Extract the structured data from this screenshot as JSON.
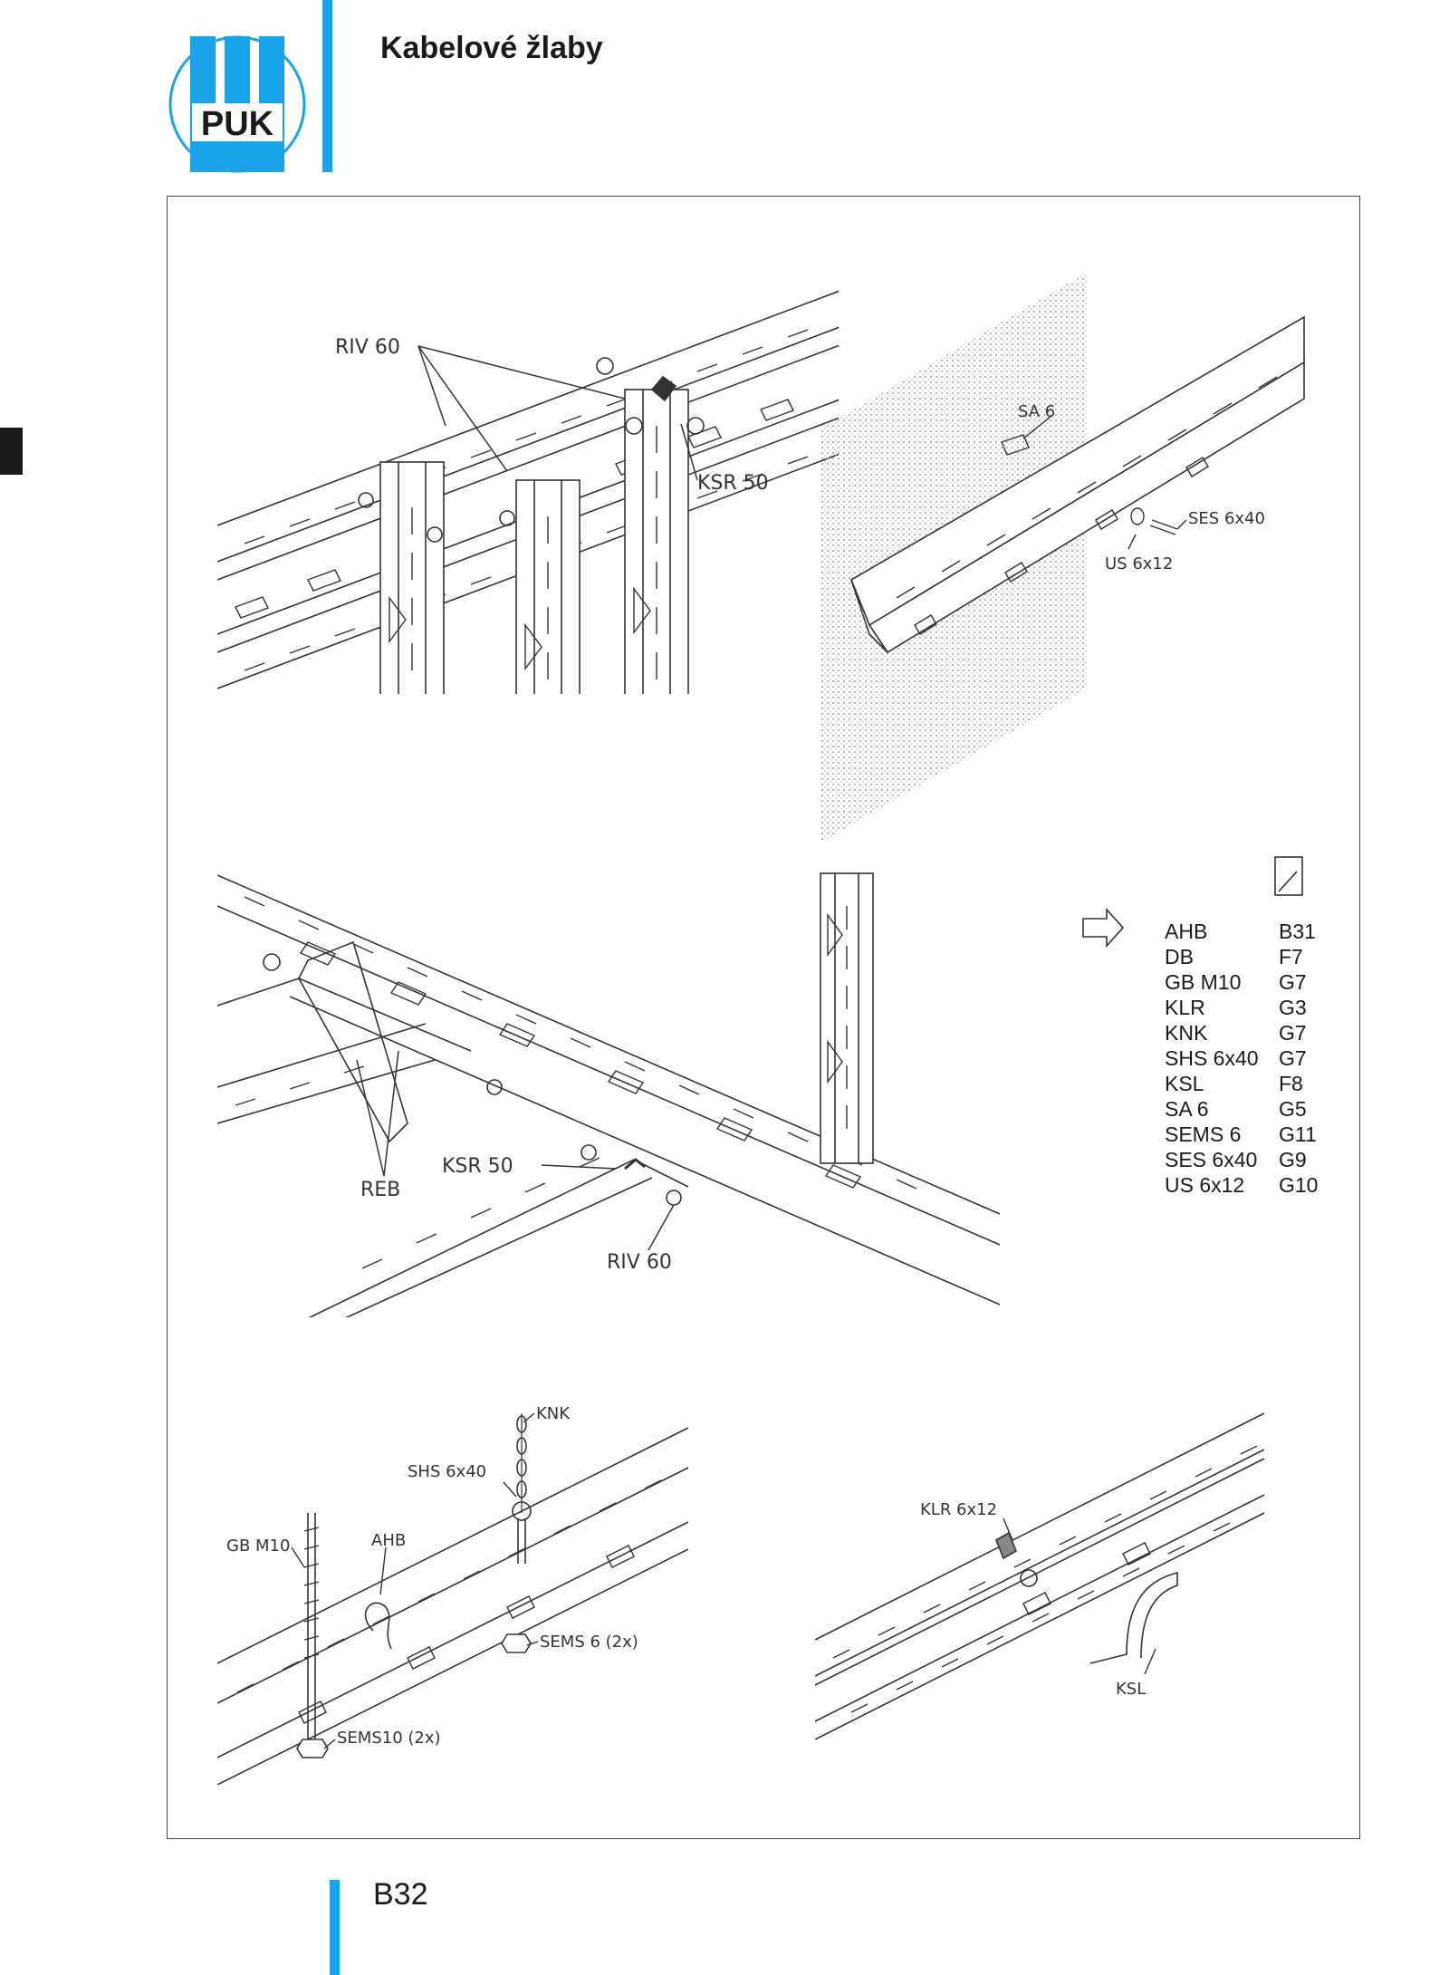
{
  "header": {
    "title": "Kabelové žlaby",
    "logo_text": "PUK"
  },
  "footer": {
    "page_number": "B32"
  },
  "colors": {
    "brand_blue": "#1aa3e8",
    "line": "#333333",
    "wall_dots": "#9a9a9a"
  },
  "callouts": {
    "riv60_top": "RIV 60",
    "ksr50_top": "KSR 50",
    "sa6": "SA 6",
    "ses6x40": "SES 6x40",
    "us6x12": "US 6x12",
    "reb": "REB",
    "ksr50_mid": "KSR 50",
    "riv60_mid": "RIV 60",
    "knk": "KNK",
    "shs6x40": "SHS 6x40",
    "gbm10": "GB M10",
    "ahb": "AHB",
    "sems6": "SEMS 6 (2x)",
    "sems10": "SEMS10 (2x)",
    "klr6x12": "KLR 6x12",
    "ksl": "KSL"
  },
  "reference_icon": "page-reference-icon",
  "arrow_icon": "outline-arrow-right-icon",
  "reference_table": [
    {
      "code": "AHB",
      "page": "B31"
    },
    {
      "code": "DB",
      "page": "F7"
    },
    {
      "code": "GB M10",
      "page": "G7"
    },
    {
      "code": "KLR",
      "page": "G3"
    },
    {
      "code": "KNK",
      "page": "G7"
    },
    {
      "code": "SHS 6x40",
      "page": "G7"
    },
    {
      "code": "KSL",
      "page": "F8"
    },
    {
      "code": "SA 6",
      "page": "G5"
    },
    {
      "code": "SEMS 6",
      "page": "G11"
    },
    {
      "code": "SES 6x40",
      "page": "G9"
    },
    {
      "code": "US 6x12",
      "page": "G10"
    }
  ]
}
